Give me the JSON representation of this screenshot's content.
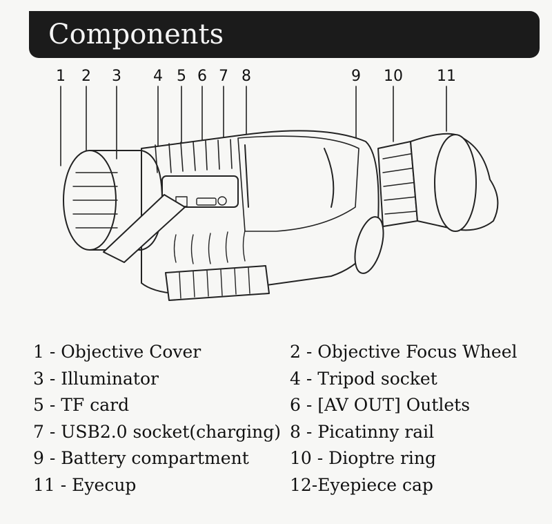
{
  "title": "Components",
  "callouts": [
    "1",
    "2",
    "3",
    "4",
    "5",
    "6",
    "7",
    "8",
    "9",
    "10",
    "11"
  ],
  "legend": [
    "1 - Objective Cover",
    "2 - Objective Focus Wheel",
    "3 - Illuminator",
    "4 - Tripod socket",
    "5 - TF card",
    "6 - [AV OUT] Outlets",
    "7 - USB2.0 socket(charging)",
    "8 - Picatinny rail",
    "9 - Battery compartment",
    "10 - Dioptre ring",
    "11 - Eyecup",
    "12-Eyepiece cap"
  ]
}
